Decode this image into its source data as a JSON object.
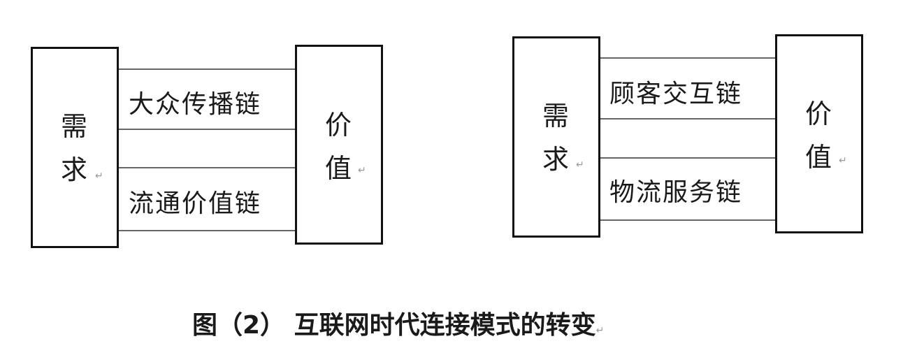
{
  "left_diagram": {
    "source": [
      "需",
      "求"
    ],
    "target": [
      "价",
      "值"
    ],
    "chains": [
      "大众传播链",
      "流通价值链"
    ]
  },
  "right_diagram": {
    "source": [
      "需",
      "求"
    ],
    "target": [
      "价",
      "值"
    ],
    "chains": [
      "顾客交互链",
      "物流服务链"
    ]
  },
  "return_mark": "↵",
  "caption": "图（2） 互联网时代连接模式的转变"
}
